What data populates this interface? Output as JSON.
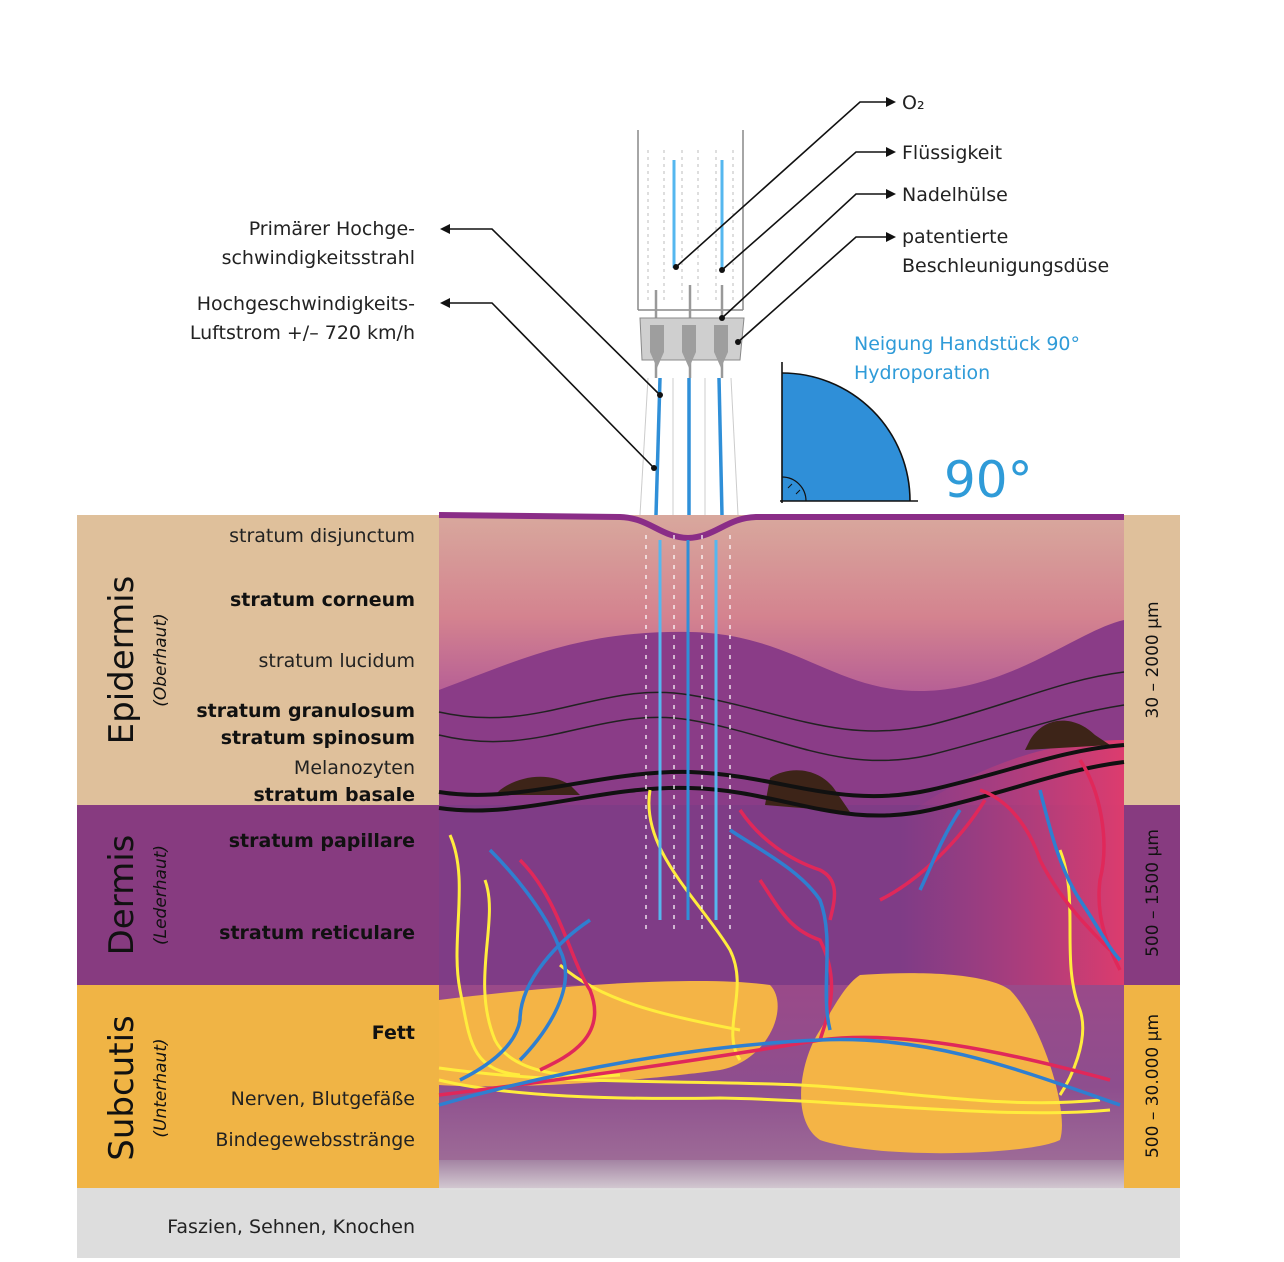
{
  "legend": {
    "o2": "O₂",
    "fluid": "Flüssigkeit",
    "needle_sleeve": "Nadelhülse",
    "nozzle_line1": "patentierte",
    "nozzle_line2": "Beschleunigungsdüse",
    "primary_jet_line1": "Primärer Hochge-",
    "primary_jet_line2": "schwindigkeitsstrahl",
    "airflow_line1": "Hochgeschwindigkeits-",
    "airflow_line2": "Luftstrom +/– 720 km/h"
  },
  "angle": {
    "label_line1": "Neigung Handstück 90°",
    "label_line2": "Hydroporation",
    "value": "90°"
  },
  "layers": {
    "epidermis": {
      "title": "Epidermis",
      "subtitle": "(Oberhaut)",
      "thickness": "30 – 2000 µm"
    },
    "dermis": {
      "title": "Dermis",
      "subtitle": "(Lederhaut)",
      "thickness": "500 – 1500 µm"
    },
    "subcutis": {
      "title": "Subcutis",
      "subtitle": "(Unterhaut)",
      "thickness": "500 – 30.000 µm"
    },
    "base": "Faszien, Sehnen, Knochen"
  },
  "strata": {
    "disjunctum": "stratum disjunctum",
    "corneum": "stratum corneum",
    "lucidum": "stratum lucidum",
    "granulosum": "stratum granulosum",
    "spinosum": "stratum spinosum",
    "melanocytes": "Melanozyten",
    "basale": "stratum basale",
    "papillare": "stratum papillare",
    "reticulare": "stratum reticulare",
    "fat": "Fett",
    "nerves": "Nerven, Blutgefäße",
    "connective": "Bindegewebsstränge"
  },
  "colors": {
    "epidermis_band": "#dfc09b",
    "dermis_band": "#873b80",
    "subcutis_band": "#f0b445",
    "base_band": "#dddddd",
    "accent_blue": "#2f9bd8",
    "skin_surface": "#8a2d87",
    "nerve_yellow": "#ffec3d",
    "vessel_red": "#e0285a",
    "vessel_blue": "#2f7fd0"
  }
}
